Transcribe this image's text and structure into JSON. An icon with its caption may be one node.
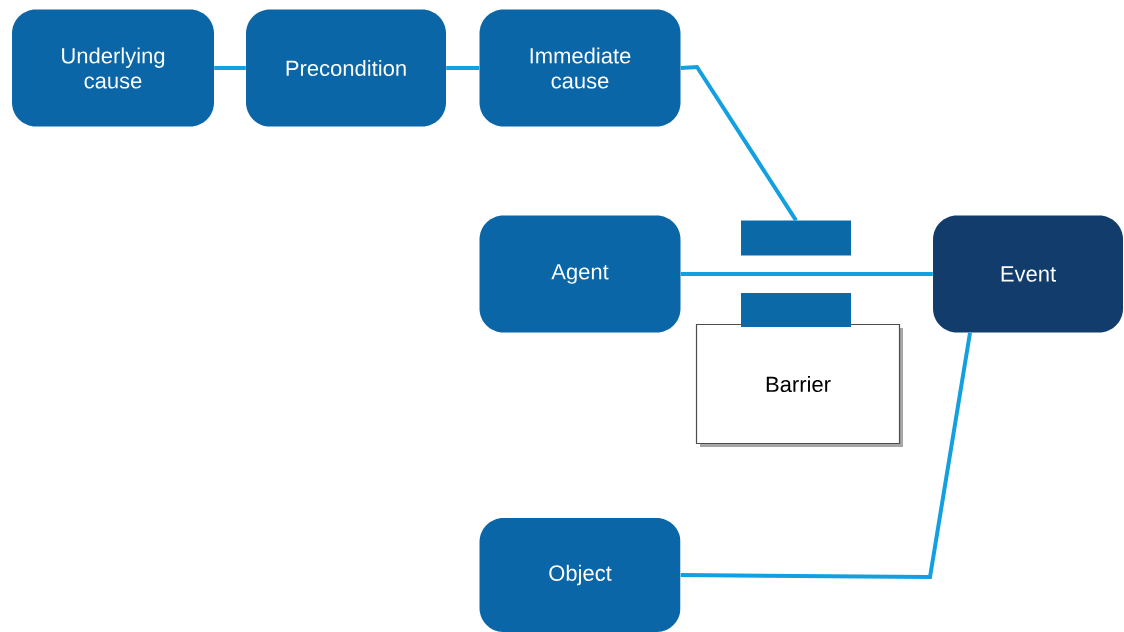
{
  "diagram": {
    "nodes": [
      {
        "text": [
          "Underlying cause"
        ]
      },
      {
        "text": [
          "Precondition"
        ]
      },
      {
        "text": [
          "Immediate cause"
        ]
      },
      {
        "text": [
          "Agent"
        ]
      },
      {
        "text": [
          "Event"
        ]
      },
      {
        "text": [
          "Barrier"
        ]
      },
      {
        "text": [
          "Object"
        ]
      },
      {
        "text": [],
        "shape": "bar"
      },
      {
        "text": [],
        "shape": "bar"
      }
    ],
    "edges": [
      {
        "from": 0,
        "to": 1,
        "arrow": "none"
      },
      {
        "from": 1,
        "to": 2,
        "arrow": "none"
      },
      {
        "from": 2,
        "to": 7,
        "arrow": "none"
      },
      {
        "from": 3,
        "to": 4,
        "arrow": "none"
      },
      {
        "from": 6,
        "to": 4,
        "arrow": "none"
      }
    ]
  }
}
